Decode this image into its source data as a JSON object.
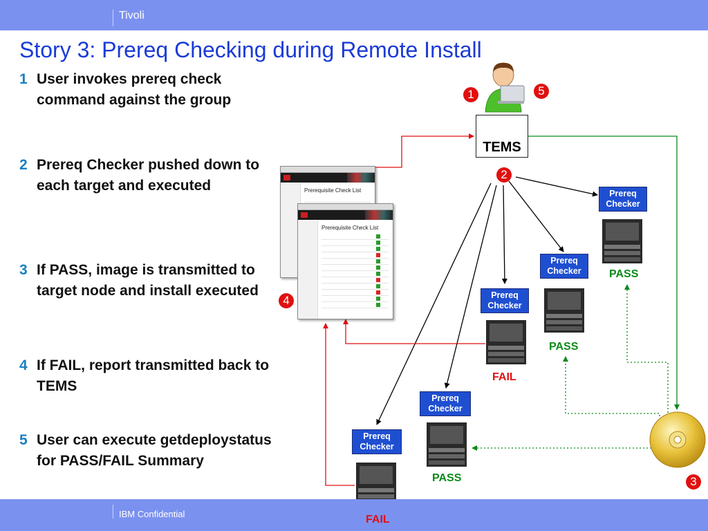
{
  "header": {
    "brand": "Tivoli"
  },
  "title": "Story 3:  Prereq Checking during Remote Install",
  "steps": [
    {
      "num": "1",
      "text": "User invokes prereq check command against the group"
    },
    {
      "num": "2",
      "text": "Prereq Checker pushed down to each target and executed"
    },
    {
      "num": "3",
      "text": "If PASS, image is transmitted to target node and install executed"
    },
    {
      "num": "4",
      "text": "If FAIL, report transmitted back to TEMS"
    },
    {
      "num": "5",
      "text": "User can execute getdeploystatus for PASS/FAIL Summary"
    }
  ],
  "diagram": {
    "tems_label": "TEMS",
    "markers": [
      "1",
      "5",
      "2",
      "3",
      "4"
    ],
    "checker_label": "Prereq Checker",
    "targets": [
      {
        "status": "PASS"
      },
      {
        "status": "PASS"
      },
      {
        "status": "FAIL"
      },
      {
        "status": "PASS"
      },
      {
        "status": "FAIL"
      }
    ],
    "report_title": "Prerequisite Check List",
    "colors": {
      "pass_arrow": "#0b8a1a",
      "fail_arrow": "#e01010",
      "checker_box": "#1f4fd1"
    }
  },
  "footer": {
    "confidential": "IBM Confidential"
  }
}
